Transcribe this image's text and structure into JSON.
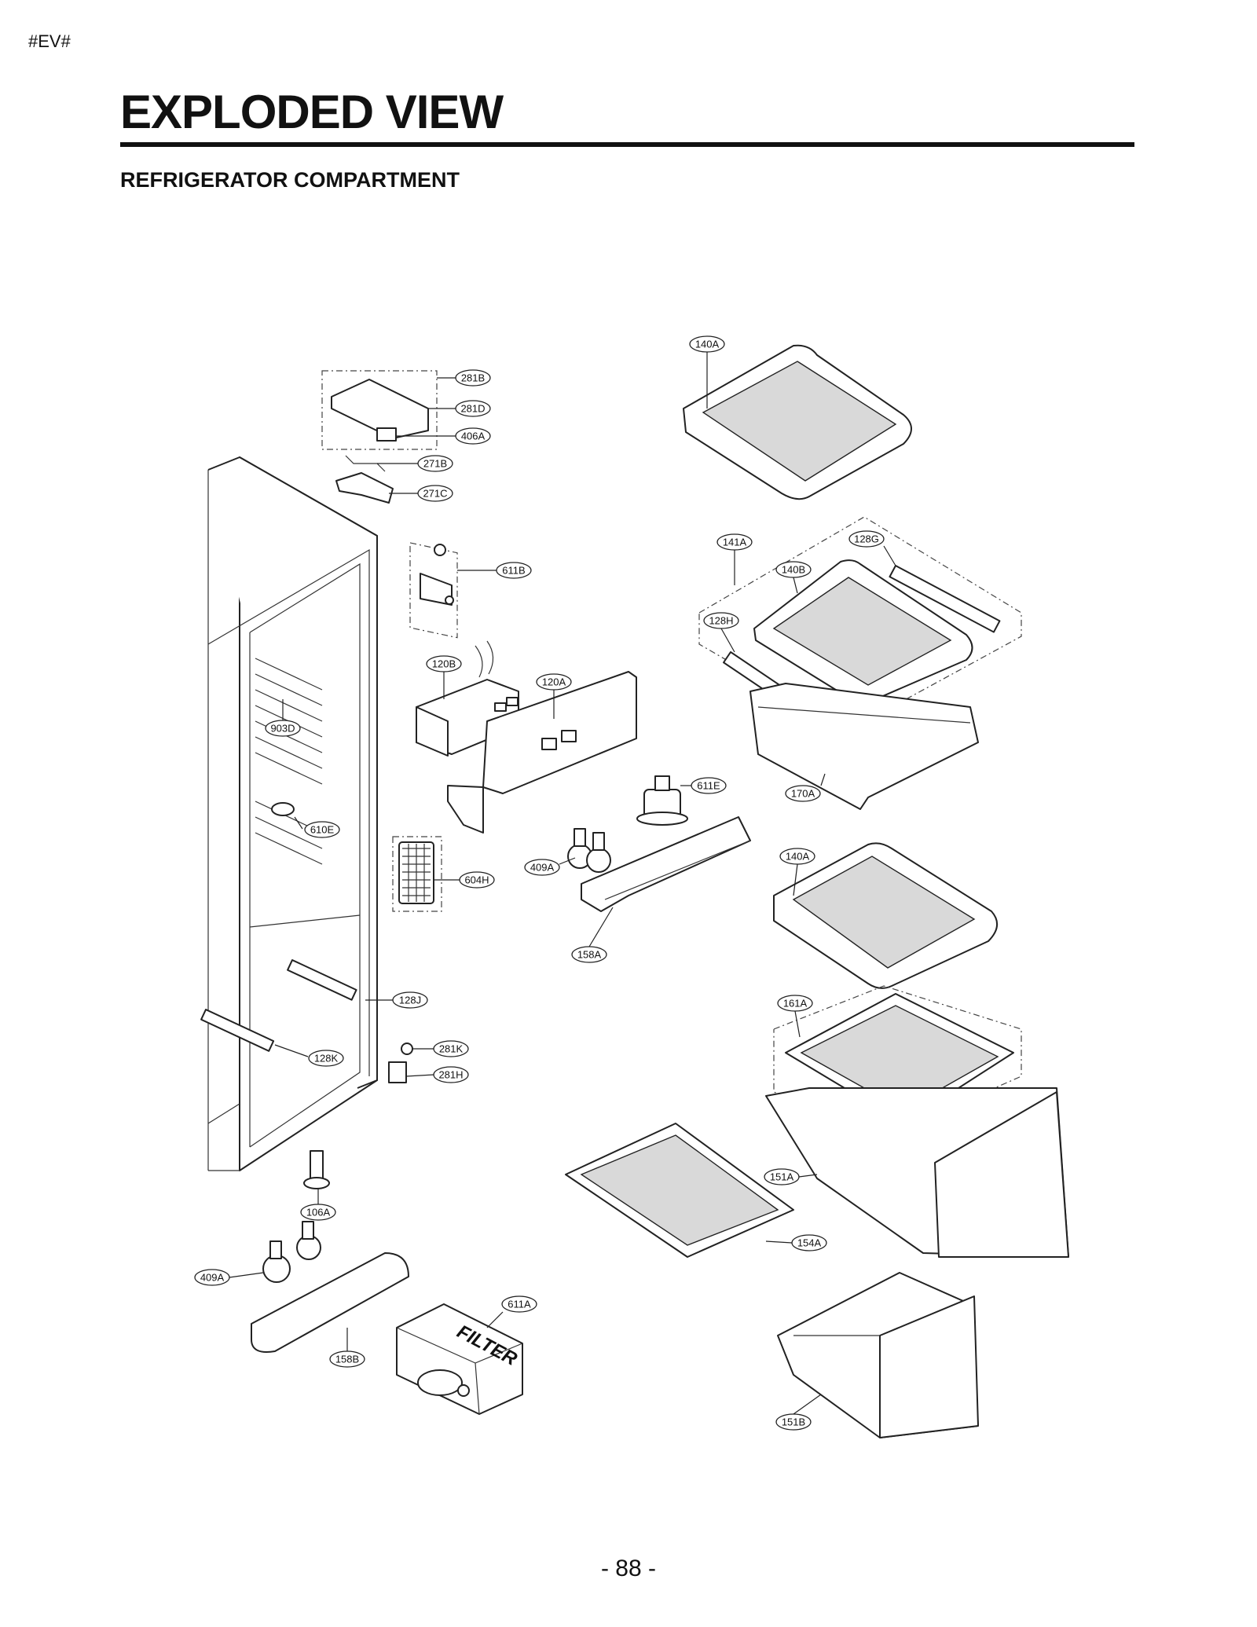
{
  "header": {
    "tag": "#EV#",
    "title": "EXPLODED VIEW",
    "subtitle": "REFRIGERATOR COMPARTMENT"
  },
  "footer": {
    "page_number": "- 88 -"
  },
  "callouts": [
    "140A",
    "281B",
    "281D",
    "406A",
    "271B",
    "271C",
    "611B",
    "141A",
    "128G",
    "140B",
    "128H",
    "120B",
    "120A",
    "903D",
    "611E",
    "170A",
    "610E",
    "409A",
    "604H",
    "140A",
    "158A",
    "128J",
    "161A",
    "281K",
    "128K",
    "281H",
    "151A",
    "106A",
    "154A",
    "409A",
    "611A",
    "158B",
    "151B"
  ],
  "labels": {
    "filter_text": "FILTER"
  }
}
